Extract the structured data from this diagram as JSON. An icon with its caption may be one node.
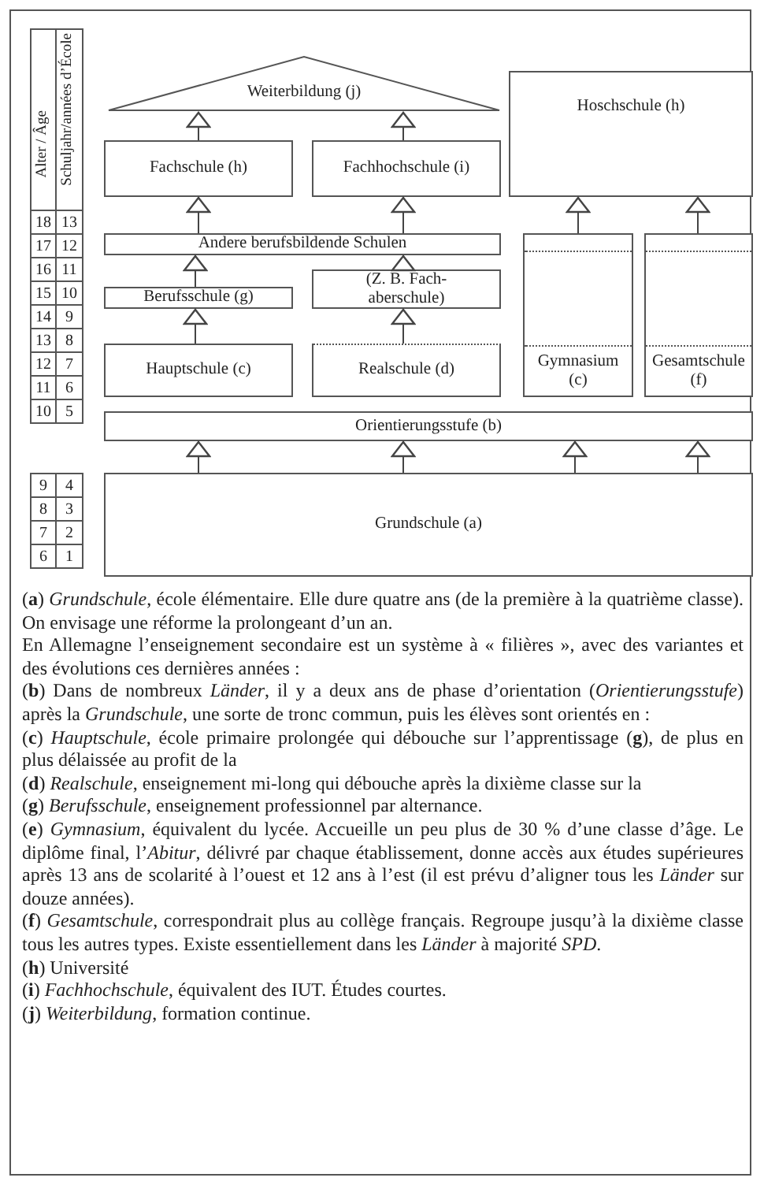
{
  "diagram": {
    "nodes": [
      {
        "text": [
          "Weiterbildung (j)"
        ]
      },
      {
        "text": [
          "Hoschschule (h)"
        ]
      },
      {
        "text": [
          "Fachschule (h)"
        ]
      },
      {
        "text": [
          "Fachhochschule (i)"
        ]
      },
      {
        "text": [
          "Andere berufsbildende Schulen"
        ]
      },
      {
        "text": [
          "Berufsschule (g)"
        ]
      },
      {
        "text": [
          "(Z. B. Fach- aberschule)"
        ]
      },
      {
        "text": [
          "Hauptschule (c)"
        ]
      },
      {
        "text": [
          "Realschule (d)"
        ]
      },
      {
        "text": [
          "Gymnasium (c)"
        ]
      },
      {
        "text": [
          "Gesamtschule (f)"
        ]
      },
      {
        "text": [
          "Orientierungsstufe (b)"
        ]
      },
      {
        "text": [
          "Grundschule (a)"
        ]
      }
    ],
    "edges": [
      {
        "from": 2,
        "to": 0,
        "arrow": "to"
      },
      {
        "from": 3,
        "to": 0,
        "arrow": "to"
      },
      {
        "from": 4,
        "to": 2,
        "arrow": "to"
      },
      {
        "from": 4,
        "to": 3,
        "arrow": "to"
      },
      {
        "from": 9,
        "to": 1,
        "arrow": "to"
      },
      {
        "from": 10,
        "to": 1,
        "arrow": "to"
      },
      {
        "from": 5,
        "to": 4,
        "arrow": "to"
      },
      {
        "from": 6,
        "to": 4,
        "arrow": "to"
      },
      {
        "from": 7,
        "to": 5,
        "arrow": "to"
      },
      {
        "from": 8,
        "to": 6,
        "arrow": "to"
      },
      {
        "from": 12,
        "to": 11,
        "arrow": "to"
      },
      {
        "from": 12,
        "to": 11,
        "arrow": "to"
      },
      {
        "from": 12,
        "to": 11,
        "arrow": "to"
      },
      {
        "from": 12,
        "to": 11,
        "arrow": "to"
      }
    ],
    "labels": [
      "Alter / Âge",
      "Schuljahr/années d’École",
      "18",
      "13",
      "17",
      "12",
      "16",
      "11",
      "15",
      "10",
      "14",
      "9",
      "13",
      "8",
      "12",
      "7",
      "11",
      "6",
      "10",
      "5",
      "9",
      "4",
      "8",
      "3",
      "7",
      "2",
      "6",
      "1",
      "(**a**) *Grundschule*, école élémentaire. Elle dure quatre ans (de la première à la quatrième classe). On envisage une réforme la prolongeant d’un an.",
      "En Allemagne l’enseignement secondaire est un système à « filières », avec des variantes et des évolutions ces dernières années :",
      "(**b**) Dans de nombreux *Länder*, il y a deux ans de phase d’orientation (*Orientierungsstufe*) après la *Grundschule*, une sorte de tronc commun, puis les élèves sont orientés en :",
      "(**c**) *Hauptschule*, école primaire prolongée qui débouche sur l’apprentissage (**g**), de plus en plus délaissée au profit de la",
      "(**d**) *Realschule*, enseignement mi-long qui débouche après la dixième classe sur la",
      "(**g**) *Berufsschule*, enseignement professionnel par alternance.",
      "(**e**) *Gymnasium*, équivalent du lycée. Accueille un peu plus de 30 % d’une classe d’âge. Le diplôme final, l’*Abitur*, délivré par chaque établissement, donne accès aux études supérieures après 13 ans de scolarité à l’ouest et 12 ans à l’est (il est prévu d’aligner tous les *Länder* sur douze années).",
      "(**f**) *Gesamtschule*, correspondrait plus au collège français. Regroupe jusqu’à la dixième classe tous les autres types. Existe essentiellement dans les *Länder* à majorité *SPD*.",
      "(**h**) Université",
      "(**i**) *Fachhochschule*, équivalent des IUT. Études courtes.",
      "(**j**) *Weiterbildung*, formation continue."
    ]
  }
}
